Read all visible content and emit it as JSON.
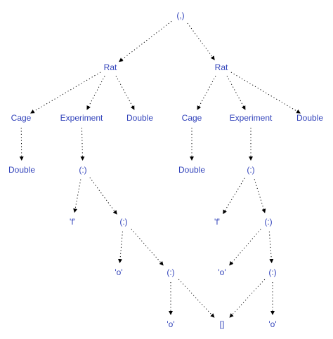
{
  "colors": {
    "label": "#3344bb",
    "edge": "#000000",
    "background": "#ffffff"
  },
  "nodes": [
    {
      "id": "root",
      "label": "(,)"
    },
    {
      "id": "rat1",
      "label": "Rat"
    },
    {
      "id": "rat2",
      "label": "Rat"
    },
    {
      "id": "cage1",
      "label": "Cage"
    },
    {
      "id": "exp1",
      "label": "Experiment"
    },
    {
      "id": "dbl1",
      "label": "Double"
    },
    {
      "id": "cage2",
      "label": "Cage"
    },
    {
      "id": "exp2",
      "label": "Experiment"
    },
    {
      "id": "dbl2",
      "label": "Double"
    },
    {
      "id": "cdbl1",
      "label": "Double"
    },
    {
      "id": "cons1",
      "label": "(:)"
    },
    {
      "id": "cdbl2",
      "label": "Double"
    },
    {
      "id": "cons2",
      "label": "(:)"
    },
    {
      "id": "f1",
      "label": "'f'"
    },
    {
      "id": "cons1b",
      "label": "(:)"
    },
    {
      "id": "f2",
      "label": "'f'"
    },
    {
      "id": "cons2b",
      "label": "(:)"
    },
    {
      "id": "o1",
      "label": "'o'"
    },
    {
      "id": "cons1c",
      "label": "(:)"
    },
    {
      "id": "o2",
      "label": "'o'"
    },
    {
      "id": "cons2c",
      "label": "(:)"
    },
    {
      "id": "o3",
      "label": "'o'"
    },
    {
      "id": "nil",
      "label": "[]"
    },
    {
      "id": "o4",
      "label": "'o'"
    }
  ],
  "edges": [
    [
      "root",
      "rat1"
    ],
    [
      "root",
      "rat2"
    ],
    [
      "rat1",
      "cage1"
    ],
    [
      "rat1",
      "exp1"
    ],
    [
      "rat1",
      "dbl1"
    ],
    [
      "rat2",
      "cage2"
    ],
    [
      "rat2",
      "exp2"
    ],
    [
      "rat2",
      "dbl2"
    ],
    [
      "cage1",
      "cdbl1"
    ],
    [
      "exp1",
      "cons1"
    ],
    [
      "cage2",
      "cdbl2"
    ],
    [
      "exp2",
      "cons2"
    ],
    [
      "cons1",
      "f1"
    ],
    [
      "cons1",
      "cons1b"
    ],
    [
      "cons2",
      "f2"
    ],
    [
      "cons2",
      "cons2b"
    ],
    [
      "cons1b",
      "o1"
    ],
    [
      "cons1b",
      "cons1c"
    ],
    [
      "cons2b",
      "o2"
    ],
    [
      "cons2b",
      "cons2c"
    ],
    [
      "cons1c",
      "o3"
    ],
    [
      "cons1c",
      "nil"
    ],
    [
      "cons2c",
      "nil"
    ],
    [
      "cons2c",
      "o4"
    ]
  ]
}
